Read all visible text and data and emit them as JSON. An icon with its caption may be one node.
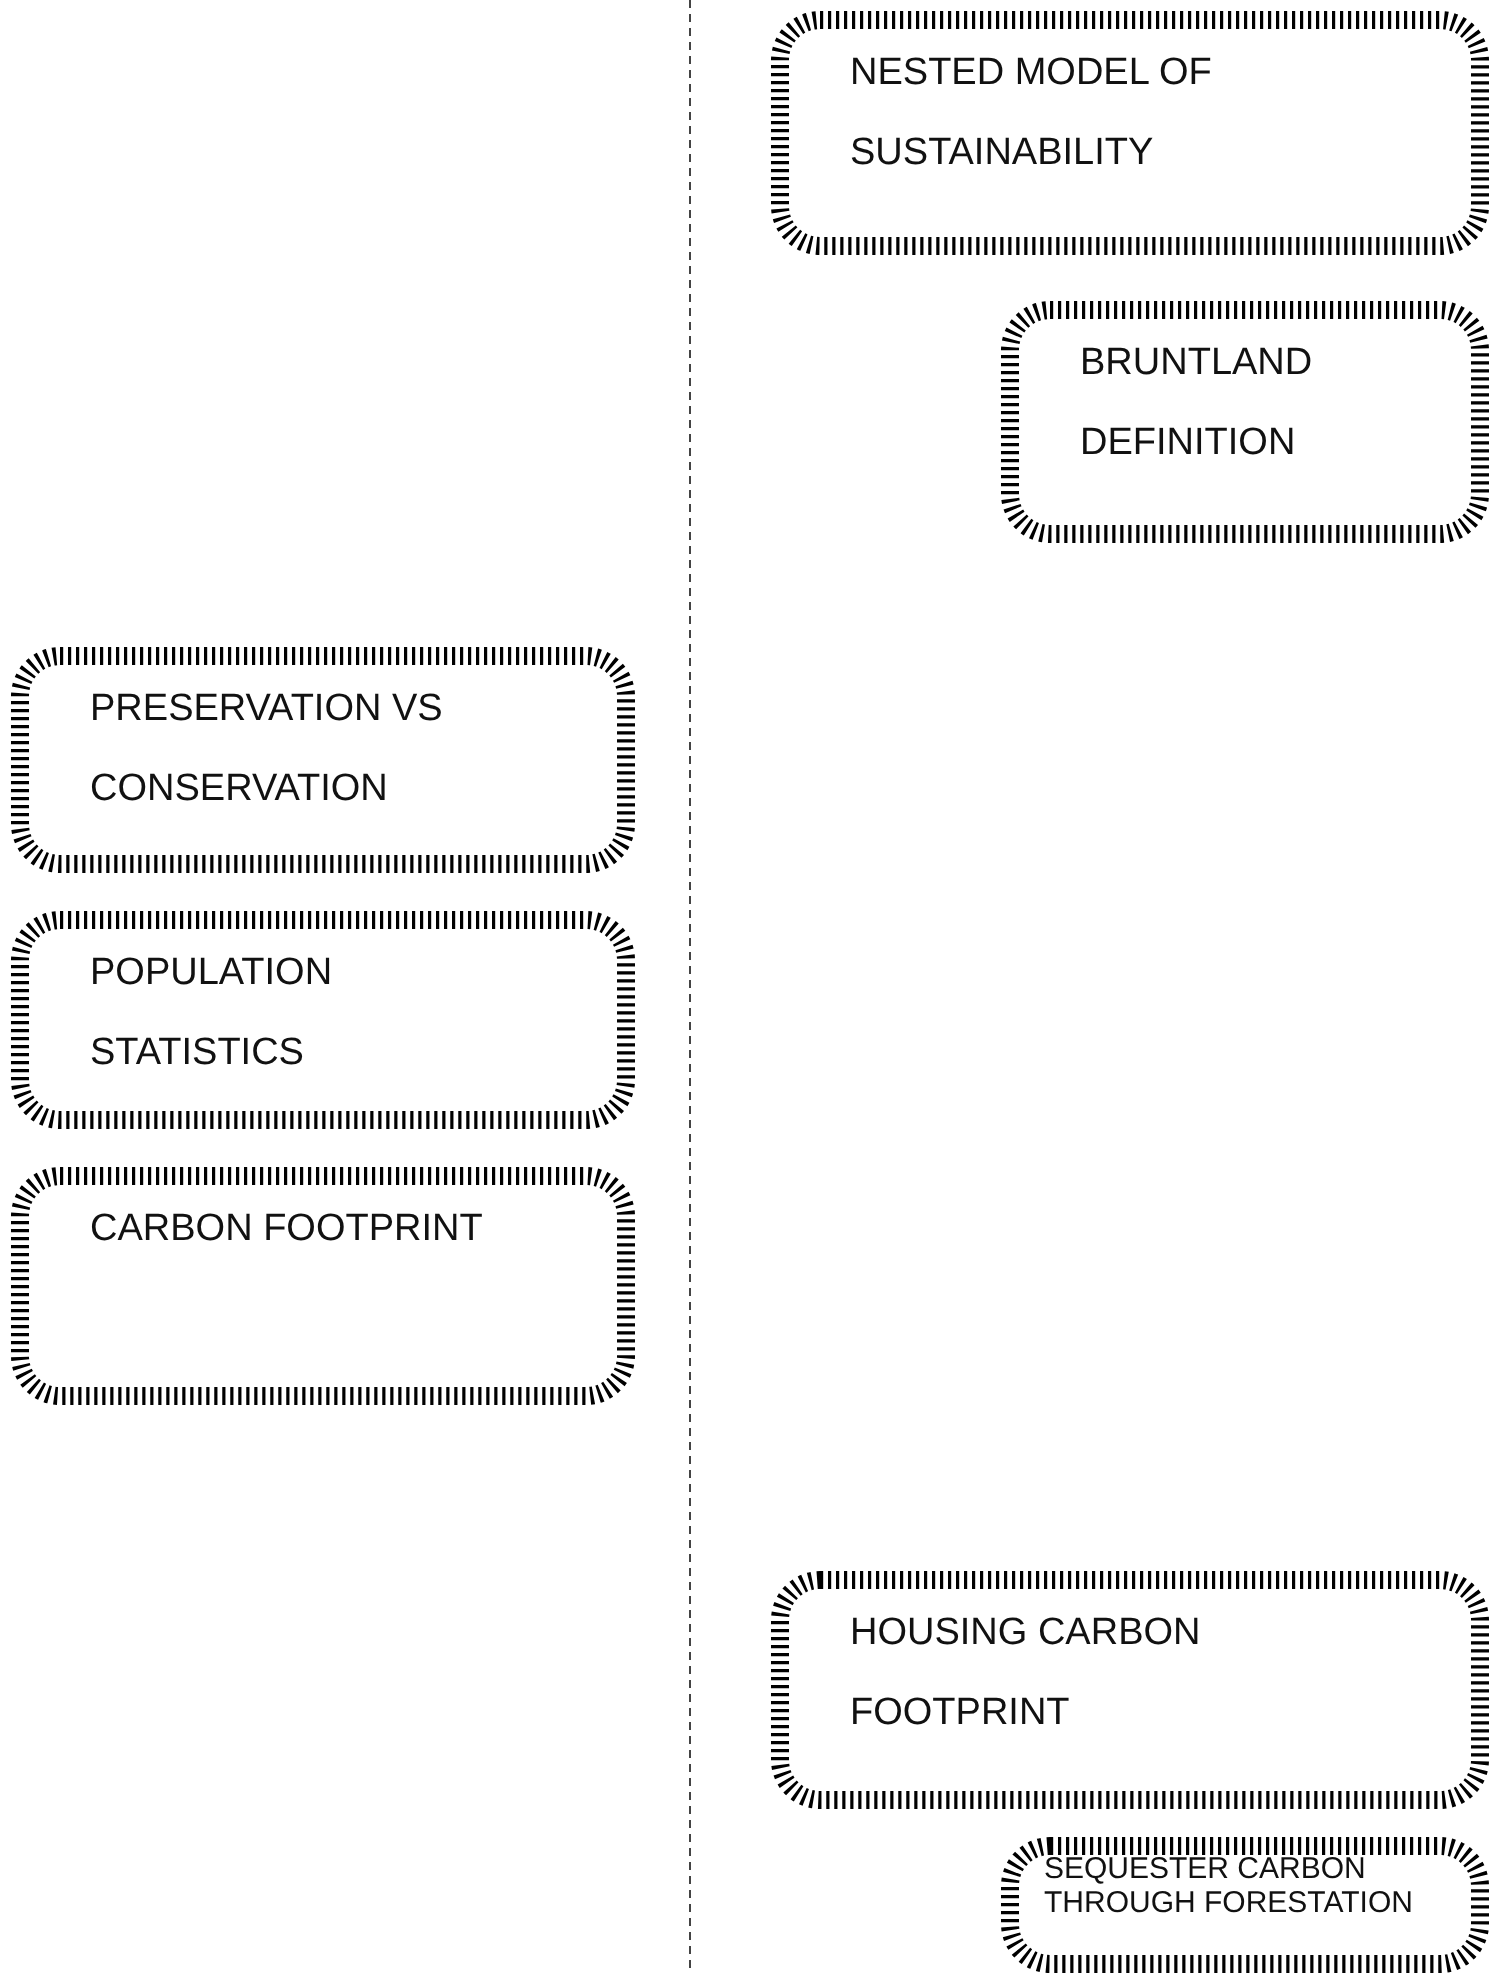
{
  "diagram": {
    "nodes": [
      {
        "text": [
          "NESTED MODEL OF SUSTAINABILITY"
        ]
      },
      {
        "text": [
          "BRUNTLAND DEFINITION"
        ]
      },
      {
        "text": [
          "PRESERVATION VS CONSERVATION"
        ]
      },
      {
        "text": [
          "POPULATION STATISTICS"
        ]
      },
      {
        "text": [
          "CARBON FOOTPRINT"
        ]
      },
      {
        "text": [
          "HOUSING CARBON FOOTPRINT"
        ]
      },
      {
        "text": [
          "SEQUESTER CARBON THROUGH FORESTATION"
        ]
      }
    ]
  }
}
